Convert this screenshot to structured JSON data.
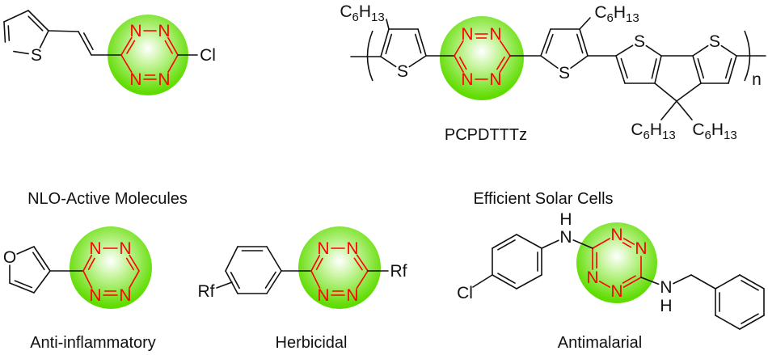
{
  "labels": {
    "nlo": "NLO-Active Molecules",
    "solar": "Efficient Solar Cells",
    "polymer": "PCPDTTTz",
    "anti_inflammatory": "Anti-inflammatory",
    "herbicidal": "Herbicidal",
    "antimalarial": "Antimalarial"
  },
  "atoms": {
    "N": "N",
    "S": "S",
    "Cl": "Cl",
    "O": "O",
    "H": "H",
    "Rf": "Rf",
    "n": "n"
  },
  "alkyl": {
    "c": "C",
    "c_sub": "6",
    "h": "H",
    "h_sub": "13"
  },
  "colors": {
    "heteroatom": "#ff0000",
    "bond": "#111111",
    "highlight_edge": "#5fdc00",
    "highlight_center": "#ffffff"
  }
}
